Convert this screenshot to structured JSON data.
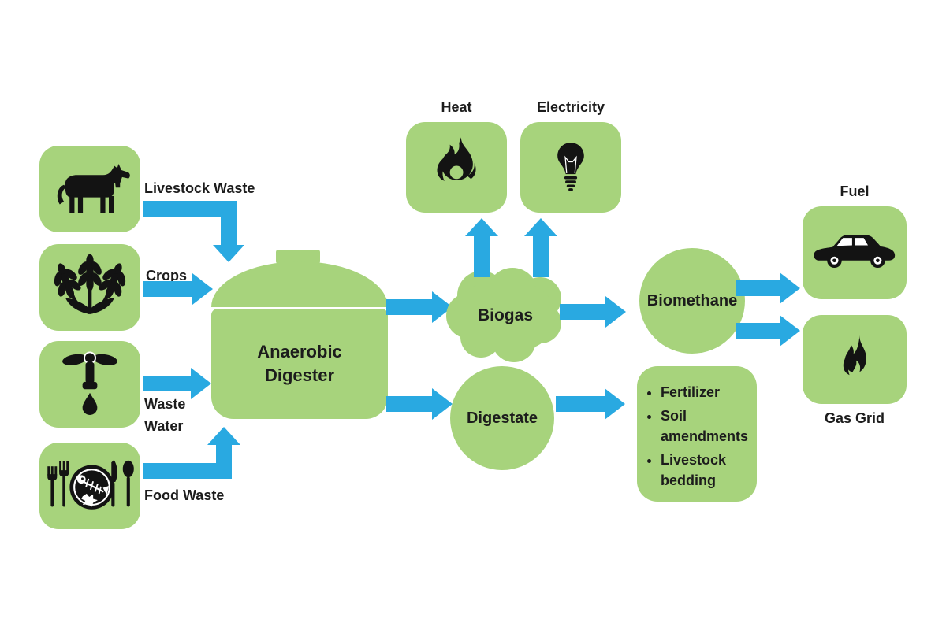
{
  "colors": {
    "green": "#a7d37c",
    "blue": "#29a9e1",
    "ink": "#1c1c1c",
    "bg": "#ffffff"
  },
  "inputs": [
    {
      "label": "Livestock Waste",
      "icon": "cow-icon"
    },
    {
      "label": "Crops",
      "icon": "wheat-icon"
    },
    {
      "label": "Waste Water",
      "icon": "water-tap-icon"
    },
    {
      "label": "Food Waste",
      "icon": "food-plate-icon"
    }
  ],
  "digester": {
    "line1": "Anaerobic",
    "line2": "Digester"
  },
  "biogas": {
    "label": "Biogas"
  },
  "digestate": {
    "label": "Digestate"
  },
  "biomethane": {
    "label": "Biomethane"
  },
  "outputs": {
    "heat": {
      "label": "Heat",
      "icon": "flame-icon"
    },
    "electricity": {
      "label": "Electricity",
      "icon": "lightbulb-icon"
    },
    "fuel": {
      "label": "Fuel",
      "icon": "car-icon"
    },
    "gas_grid": {
      "label": "Gas Grid",
      "icon": "gas-flame-icon"
    }
  },
  "digestate_uses": {
    "items": [
      "Fertilizer",
      "Soil amendments",
      "Livestock bedding"
    ]
  }
}
